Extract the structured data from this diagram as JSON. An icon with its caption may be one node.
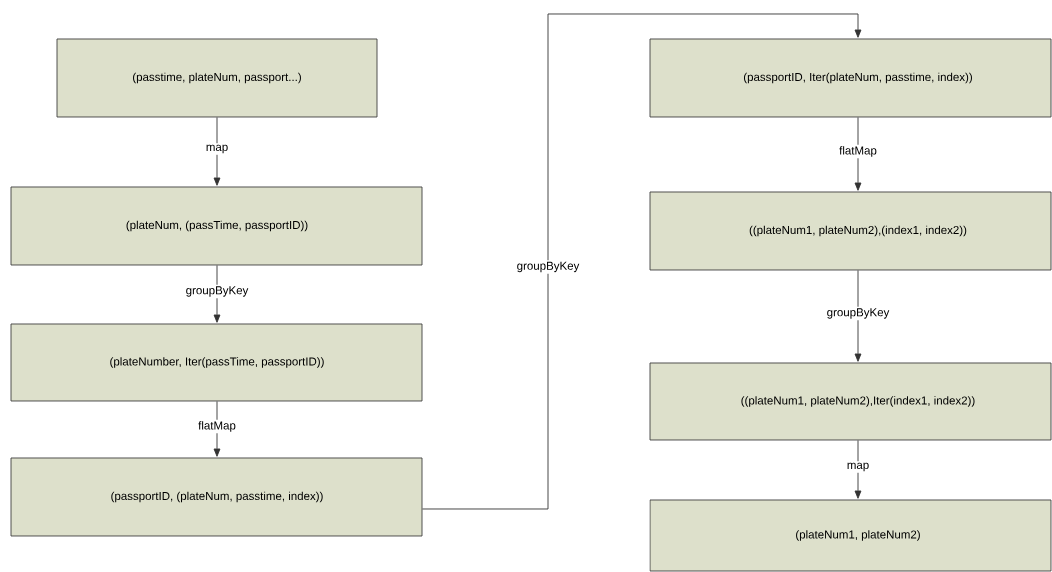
{
  "diagram": {
    "nodes": [
      {
        "text": [
          "(passtime, plateNum, passport...)"
        ]
      },
      {
        "text": [
          "(plateNum, (passTime, passportID))"
        ]
      },
      {
        "text": [
          "(plateNumber, Iter(passTime, passportID))"
        ]
      },
      {
        "text": [
          "(passportID, (plateNum, passtime, index))"
        ]
      },
      {
        "text": [
          "(passportID,  Iter(plateNum, passtime, index))"
        ]
      },
      {
        "text": [
          "((plateNum1, plateNum2),(index1, index2))"
        ]
      },
      {
        "text": [
          "((plateNum1, plateNum2),Iter(index1, index2))"
        ]
      },
      {
        "text": [
          "(plateNum1, plateNum2)"
        ]
      }
    ],
    "edges": [
      {
        "from": 0,
        "to": 1,
        "arrow": "to",
        "label": "map"
      },
      {
        "from": 1,
        "to": 2,
        "arrow": "to",
        "label": "groupByKey"
      },
      {
        "from": 2,
        "to": 3,
        "arrow": "to",
        "label": "flatMap"
      },
      {
        "from": 3,
        "to": 4,
        "arrow": "to",
        "label": "groupByKey"
      },
      {
        "from": 4,
        "to": 5,
        "arrow": "to",
        "label": "flatMap"
      },
      {
        "from": 5,
        "to": 6,
        "arrow": "to",
        "label": "groupByKey"
      },
      {
        "from": 6,
        "to": 7,
        "arrow": "to",
        "label": "map"
      }
    ]
  }
}
